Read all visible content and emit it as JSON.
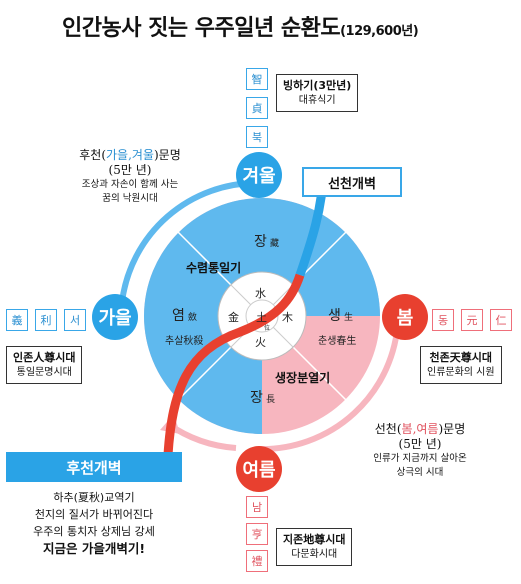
{
  "title": {
    "main": "인간농사 짓는 우주일년 순환도",
    "sub": "(129,600년)"
  },
  "seasons": {
    "winter": "겨울",
    "autumn": "가을",
    "spring": "봄",
    "summer": "여름"
  },
  "tags": {
    "winter": [
      "智",
      "貞",
      "북"
    ],
    "autumn": [
      "義",
      "利",
      "서"
    ],
    "spring": [
      "동",
      "元",
      "仁"
    ],
    "summer": [
      "남",
      "亨",
      "禮"
    ]
  },
  "boxes": {
    "winter": {
      "line1": "빙하기(3만년)",
      "line2": "대휴식기"
    },
    "autumn": {
      "line1": "인존人尊시대",
      "line2": "통일문명시대"
    },
    "spring": {
      "line1": "천존天尊시대",
      "line2": "인류문화의 시원"
    },
    "summer": {
      "line1": "지존地尊시대",
      "line2": "다문화시대"
    }
  },
  "descriptions": {
    "later": {
      "pre": "후천(",
      "hl": "가을,겨울",
      "post": ")문명",
      "years": "(5만 년)",
      "l1": "조상과 자손이 함께 사는",
      "l2": "꿈의 낙원시대"
    },
    "earlier": {
      "pre": "선천(",
      "hl": "봄,여름",
      "post": ")문명",
      "years": "(5만 년)",
      "l1": "인류가 지금까지 살아온",
      "l2": "상극의 시대"
    }
  },
  "circle": {
    "quad_top": "장",
    "quad_top_h": "藏",
    "quad_left": "염",
    "quad_left_h": "斂",
    "quad_right": "생",
    "quad_right_h": "生",
    "quad_bottom": "장",
    "quad_bottom_h": "長",
    "label_top": "수렴통일기",
    "label_left": "추살秋殺",
    "label_right": "춘생春生",
    "label_bottom": "생장분열기",
    "center": "土",
    "center_sub": "位",
    "inner_top": "水",
    "inner_left": "金",
    "inner_right": "木",
    "inner_bottom": "火"
  },
  "banners": {
    "sunchun": "선천개벽",
    "huchun": "후천개벽"
  },
  "bottom_text": {
    "l1": "하추(夏秋)교역기",
    "l2": "천지의 질서가 바뀌어진다",
    "l3": "우주의 통치자 상제님 강세",
    "l4": "지금은 가을개벽기!"
  },
  "colors": {
    "blue": "#2aa3e6",
    "light_blue": "#5fb9ee",
    "pink": "#f7b6bf",
    "red": "#e8402f"
  }
}
